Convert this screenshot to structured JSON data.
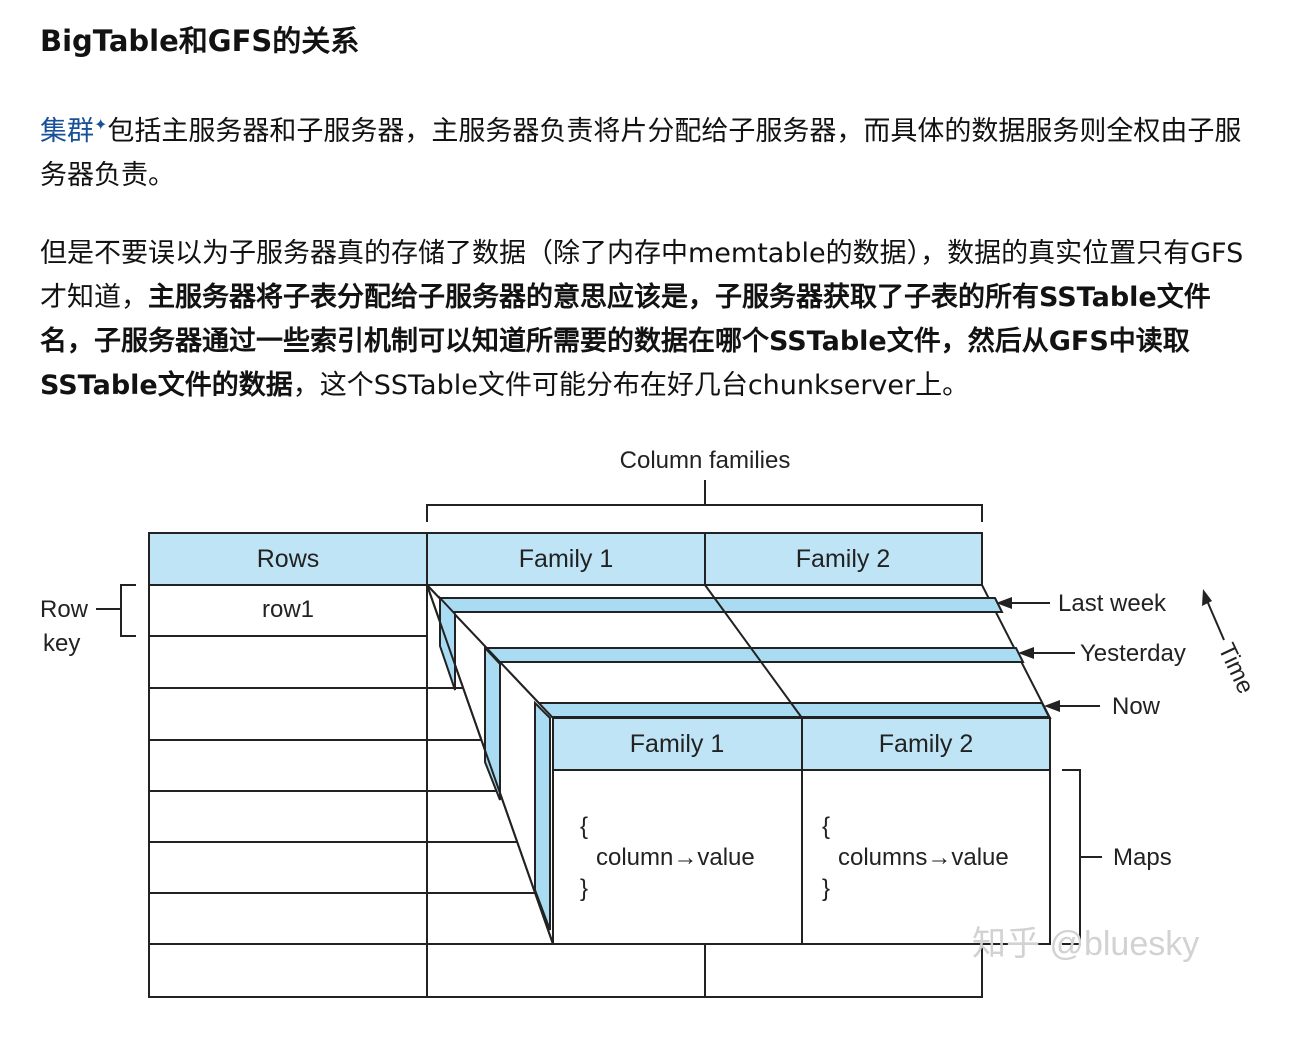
{
  "title": "BigTable和GFS的关系",
  "para1": {
    "link": "集群",
    "rest": "包括主服务器和子服务器，主服务器负责将片分配给子服务器，而具体的数据服务则全权由子服务器负责。"
  },
  "para2": {
    "normal1": "但是不要误以为子服务器真的存储了数据（除了内存中memtable的数据），数据的真实位置只有GFS才知道，",
    "bold": "主服务器将子表分配给子服务器的意思应该是，子服务器获取了子表的所有SSTable文件名，子服务器通过一些索引机制可以知道所需要的数据在哪个SSTable文件，然后从GFS中读取SSTable文件的数据",
    "normal2": "，这个SSTable文件可能分布在好几台chunkserver上。"
  },
  "figure": {
    "column_families": "Column families",
    "rows": "Rows",
    "row1": "row1",
    "family1": "Family 1",
    "family2": "Family 2",
    "row_key_1": "Row",
    "row_key_2": "key",
    "last_week": "Last week",
    "yesterday": "Yesterday",
    "now": "Now",
    "time": "Time",
    "front_family1": "Family 1",
    "front_family2": "Family 2",
    "brace_open_1": "{",
    "cell1_value": "column→value",
    "brace_close_1": "}",
    "brace_open_2": "{",
    "cell2_value": "columns→value",
    "brace_close_2": "}",
    "maps": "Maps",
    "watermark": "知乎 @bluesky",
    "colors": {
      "header_fill": "#bfe4f5",
      "side_fill": "#a9dcf2",
      "line": "#222222"
    }
  }
}
